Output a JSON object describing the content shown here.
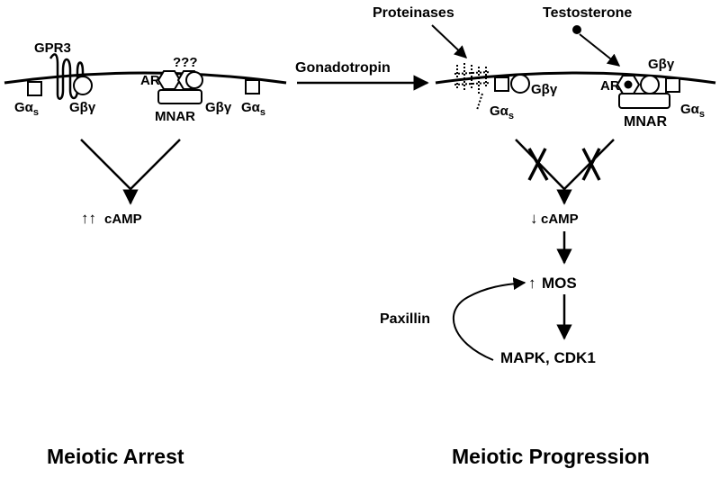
{
  "left_panel": {
    "gpr3": "GPR3",
    "unknown": "???",
    "ar": "AR",
    "mnar": "MNAR",
    "g_alpha": "Gα",
    "g_alpha_sub": "s",
    "g_beta_gamma": "Gβγ",
    "camp_arrows": "↑↑",
    "camp": "cAMP",
    "caption": "Meiotic Arrest"
  },
  "center": {
    "gonadotropin": "Gonadotropin"
  },
  "right_panel": {
    "proteinases": "Proteinases",
    "testosterone": "Testosterone",
    "ar": "AR",
    "mnar": "MNAR",
    "g_alpha": "Gα",
    "g_alpha_sub": "s",
    "g_beta_gamma": "Gβγ",
    "camp_arrow": "↓",
    "camp": "cAMP",
    "mos_arrow": "↑",
    "mos": "MOS",
    "paxillin": "Paxillin",
    "mapk": "MAPK, CDK1",
    "caption": "Meiotic Progression"
  }
}
